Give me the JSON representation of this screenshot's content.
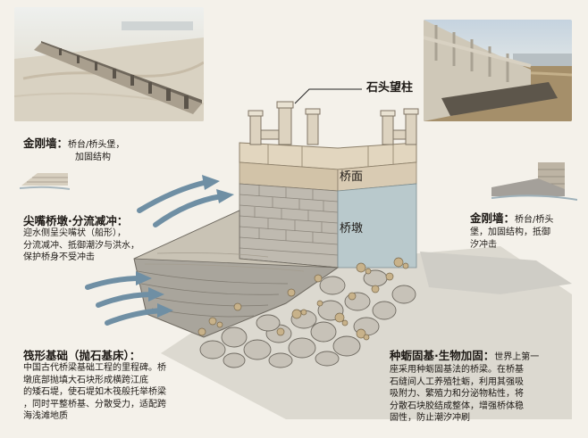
{
  "labels": {
    "pillar": "石头望柱",
    "deck": "桥面",
    "pier": "桥墩",
    "wall_left_title": "金刚墙：",
    "wall_left_body_1": "桥台/桥头堡，",
    "wall_left_body_2": "加固结构",
    "cutwater_title": "尖嘴桥墩·分流减冲：",
    "cutwater_lines": [
      "迎水侧呈尖嘴状（船形），",
      "分流减冲、抵御潮汐与洪水，",
      "保护桥身不受冲击"
    ],
    "wall_right_title": "金刚墙：",
    "wall_right_body_1": "桥台/桥头",
    "wall_right_lines": [
      "堡，加固结构，抵御",
      "汐冲击"
    ],
    "raft_title": "筏形基础（抛石基床）：",
    "raft_lines": [
      "中国古代桥梁基础工程的里程碑。桥",
      "墩底部抛填大石块形成横跨江底",
      "的矮石堤，使石堤如木筏般托举桥梁",
      "，同时平整桥基、分散受力，适配跨",
      "海浅滩地质"
    ],
    "oyster_title": "种蛎固基·生物加固：",
    "oyster_first": "世界上第一",
    "oyster_lines": [
      "座采用种蛎固基法的桥梁。在桥基",
      "石缝间人工养殖牡蛎，利用其强吸",
      "吸附力、繁殖力和分泌物粘性，将",
      "分散石块胶结成整体，增强桥体稳",
      "固性，防止潮汐冲刷"
    ]
  },
  "colors": {
    "background": "#f4f1ea",
    "stone_light": "#d9cbb3",
    "pier_blue": "#b9c9cc",
    "arrow_blue": "#6f8fa4",
    "oyster": "#c8b28a"
  }
}
